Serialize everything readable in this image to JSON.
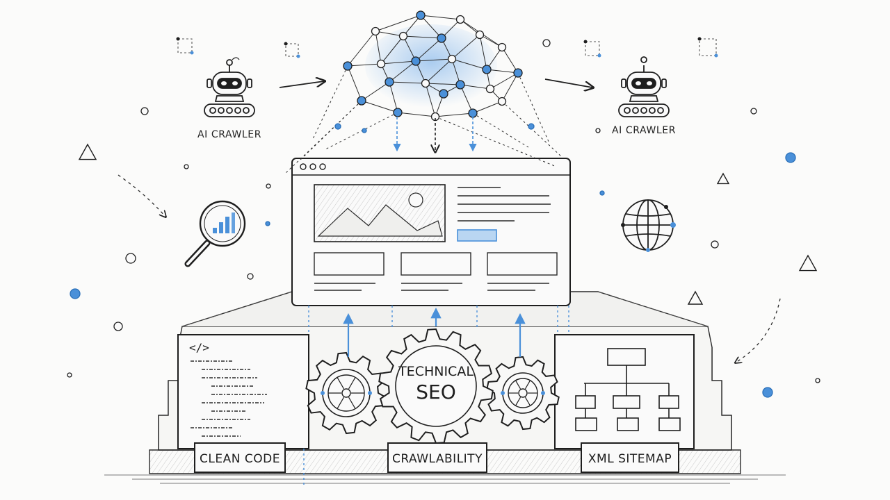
{
  "crawler_left": {
    "label": "AI CRAWLER"
  },
  "crawler_right": {
    "label": "AI CRAWLER"
  },
  "center_gear": {
    "line1": "TECHNICAL",
    "line2": "SEO"
  },
  "panels": {
    "clean_code": {
      "title": "CLEAN CODE",
      "tag": "</>"
    },
    "crawlability": {
      "title": "CRAWLABILITY"
    },
    "xml_sitemap": {
      "title": "XML SITEMAP"
    }
  },
  "colors": {
    "ink": "#1e1e1e",
    "accent": "#4a90d9",
    "accent_light": "#b9d6f2",
    "paper": "#fbfbfa"
  },
  "icons": [
    "robot-icon",
    "magnifier-chart-icon",
    "globe-icon",
    "neural-network-icon",
    "gear-icon",
    "sitemap-tree-icon"
  ]
}
